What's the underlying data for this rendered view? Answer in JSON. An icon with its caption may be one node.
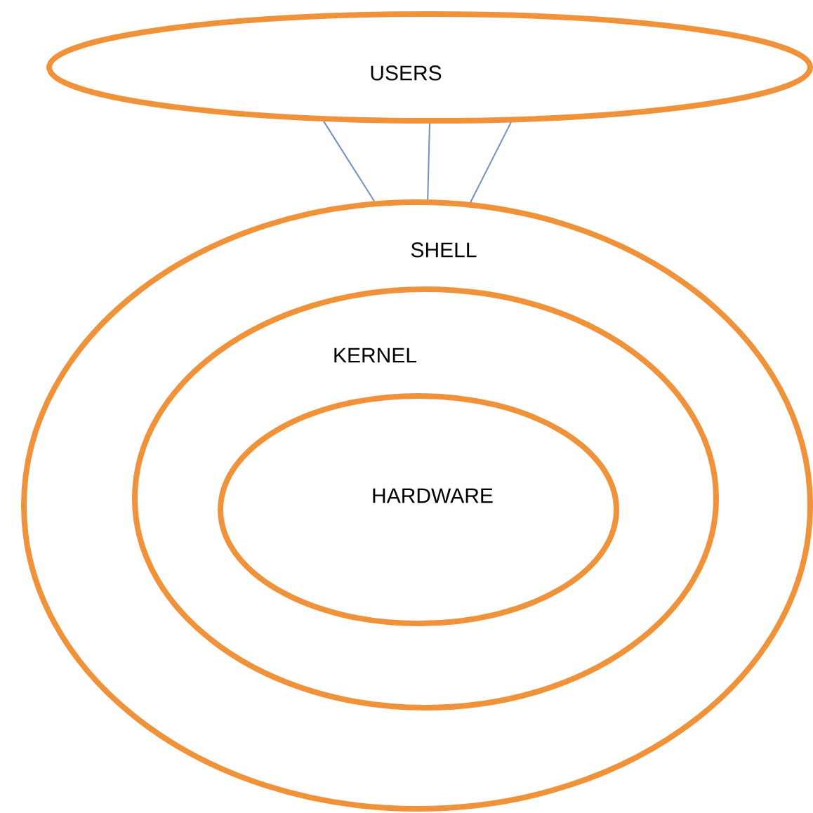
{
  "diagram": {
    "nodes": [
      {
        "text": [
          "USERS"
        ]
      },
      {
        "text": [
          "SHELL"
        ]
      },
      {
        "text": [
          "KERNEL"
        ],
        "in": 1
      },
      {
        "text": [
          "HARDWARE"
        ],
        "in": 2
      }
    ],
    "edges": [
      {
        "from": 0,
        "to": 1,
        "arrow": "none"
      },
      {
        "from": 0,
        "to": 1,
        "arrow": "none"
      },
      {
        "from": 0,
        "to": 1,
        "arrow": "none"
      }
    ]
  }
}
